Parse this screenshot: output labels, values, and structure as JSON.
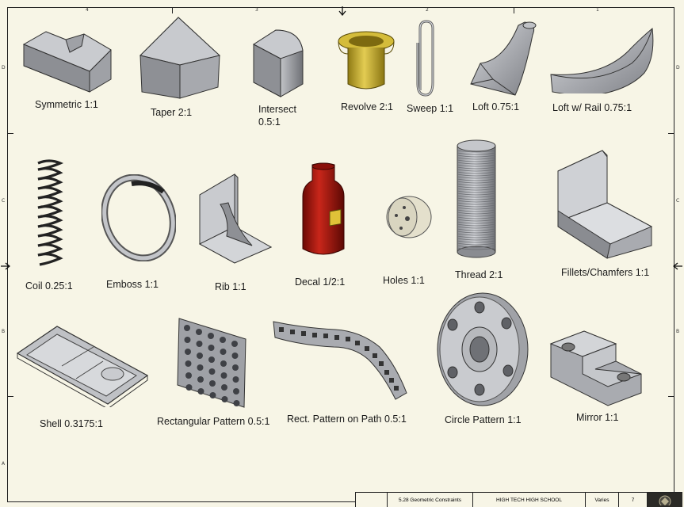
{
  "zones": {
    "top": [
      "4",
      "3",
      "2",
      "1"
    ],
    "left": [
      "D",
      "C",
      "B",
      "A"
    ]
  },
  "parts": [
    {
      "label": "Symmetric 1:1"
    },
    {
      "label": "Taper 2:1"
    },
    {
      "label": "Intersect 0.5:1"
    },
    {
      "label": "Revolve 2:1"
    },
    {
      "label": "Sweep 1:1"
    },
    {
      "label": "Loft 0.75:1"
    },
    {
      "label": "Loft w/ Rail 0.75:1"
    },
    {
      "label": "Coil 0.25:1"
    },
    {
      "label": "Emboss 1:1"
    },
    {
      "label": "Rib 1:1"
    },
    {
      "label": "Decal 1/2:1"
    },
    {
      "label": "Holes 1:1"
    },
    {
      "label": "Thread 2:1"
    },
    {
      "label": "Fillets/Chamfers 1:1"
    },
    {
      "label": "Shell 0.3175:1"
    },
    {
      "label": "Rectangular Pattern 0.5:1"
    },
    {
      "label": "Rect. Pattern on Path 0.5:1"
    },
    {
      "label": "Circle Pattern 1:1"
    },
    {
      "label": "Mirror 1:1"
    }
  ],
  "title_block": {
    "drawing_title": "5.28 Geometric Constraints",
    "school": "HIGH TECH HIGH SCHOOL",
    "scale": "Varies",
    "sheet": "7"
  },
  "colors": {
    "background": "#f7f5e6",
    "part_gray": "#a9abb0",
    "revolve_yellow": "#c9b02a",
    "decal_red": "#a8140c"
  }
}
